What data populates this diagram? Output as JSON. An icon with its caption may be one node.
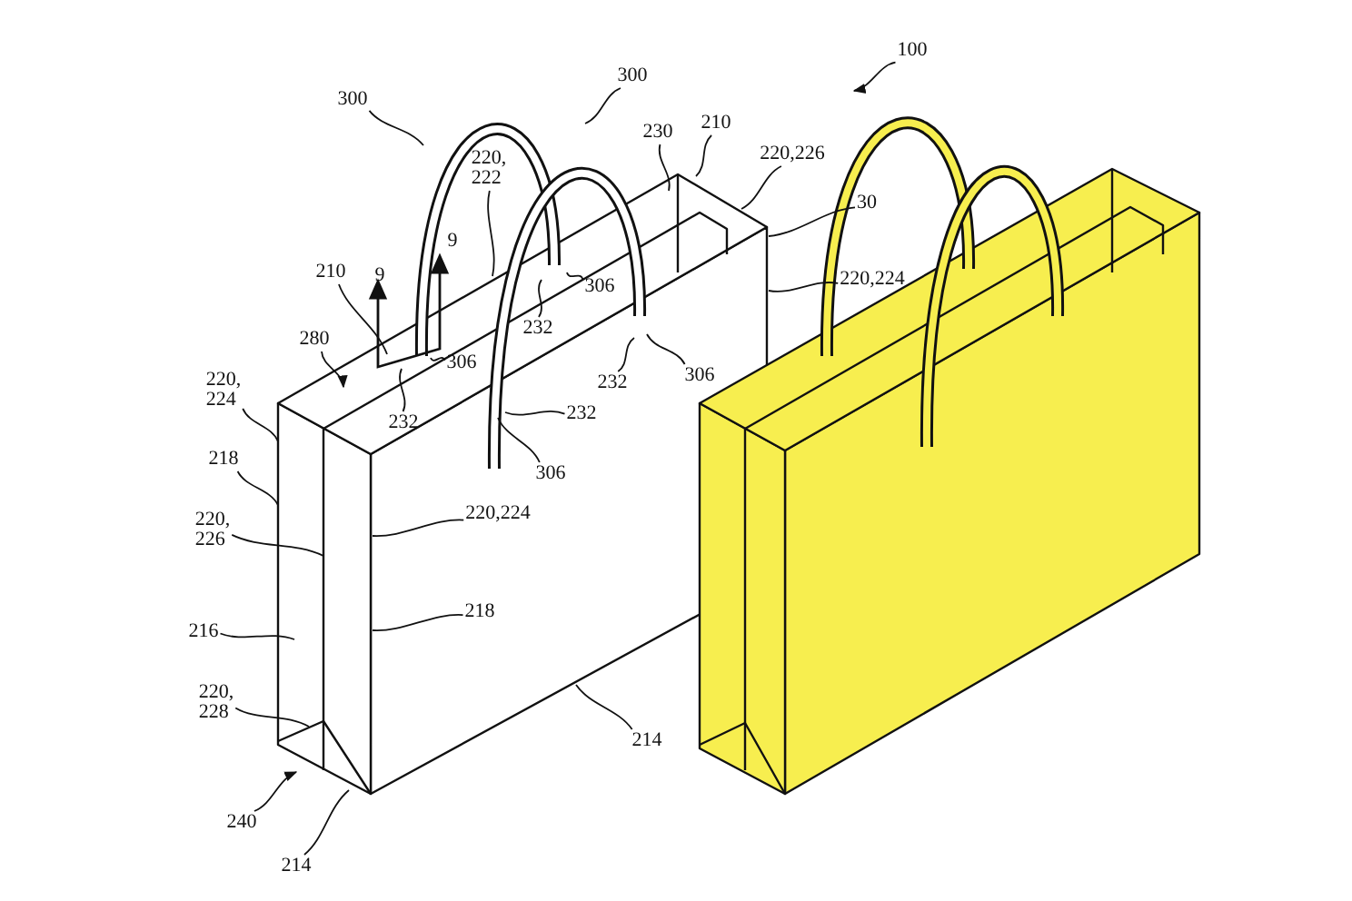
{
  "diagram": {
    "nodes": [
      {
        "text": [
          "100"
        ]
      },
      {
        "text": [
          "300"
        ]
      },
      {
        "text": [
          "300"
        ]
      },
      {
        "text": [
          "210"
        ]
      },
      {
        "text": [
          "230"
        ]
      },
      {
        "text": [
          "220,226"
        ]
      },
      {
        "text": [
          "220, 222"
        ]
      },
      {
        "text": [
          "30"
        ]
      },
      {
        "text": [
          "210"
        ]
      },
      {
        "text": [
          "220,224"
        ]
      },
      {
        "text": [
          "306"
        ]
      },
      {
        "text": [
          "232"
        ]
      },
      {
        "text": [
          "280"
        ]
      },
      {
        "text": [
          "306"
        ]
      },
      {
        "text": [
          "306"
        ]
      },
      {
        "text": [
          "232"
        ]
      },
      {
        "text": [
          "220, 224"
        ]
      },
      {
        "text": [
          "232"
        ]
      },
      {
        "text": [
          "232"
        ]
      },
      {
        "text": [
          "218"
        ]
      },
      {
        "text": [
          "306"
        ]
      },
      {
        "text": [
          "220,224"
        ]
      },
      {
        "text": [
          "220, 226"
        ]
      },
      {
        "text": [
          "218"
        ]
      },
      {
        "text": [
          "216"
        ]
      },
      {
        "text": [
          "220, 228"
        ]
      },
      {
        "text": [
          "214"
        ]
      },
      {
        "text": [
          "240"
        ]
      },
      {
        "text": [
          "214"
        ]
      }
    ],
    "edges": [
      {
        "from": 0,
        "to": null,
        "arrow": "to"
      },
      {
        "from": 1,
        "to": null,
        "arrow": "none"
      },
      {
        "from": 2,
        "to": null,
        "arrow": "none"
      },
      {
        "from": 3,
        "to": null,
        "arrow": "none"
      },
      {
        "from": 4,
        "to": null,
        "arrow": "none"
      },
      {
        "from": 5,
        "to": null,
        "arrow": "none"
      },
      {
        "from": 6,
        "to": null,
        "arrow": "none"
      },
      {
        "from": 7,
        "to": null,
        "arrow": "none"
      },
      {
        "from": 8,
        "to": null,
        "arrow": "none"
      },
      {
        "from": 9,
        "to": null,
        "arrow": "none"
      },
      {
        "from": 10,
        "to": null,
        "arrow": "none"
      },
      {
        "from": 11,
        "to": null,
        "arrow": "none"
      },
      {
        "from": 12,
        "to": null,
        "arrow": "to"
      },
      {
        "from": 13,
        "to": null,
        "arrow": "none"
      },
      {
        "from": 14,
        "to": null,
        "arrow": "none"
      },
      {
        "from": 15,
        "to": null,
        "arrow": "none"
      },
      {
        "from": 16,
        "to": null,
        "arrow": "none"
      },
      {
        "from": 17,
        "to": null,
        "arrow": "none"
      },
      {
        "from": 18,
        "to": null,
        "arrow": "none"
      },
      {
        "from": 19,
        "to": null,
        "arrow": "none"
      },
      {
        "from": 20,
        "to": null,
        "arrow": "none"
      },
      {
        "from": 21,
        "to": null,
        "arrow": "none"
      },
      {
        "from": 22,
        "to": null,
        "arrow": "none"
      },
      {
        "from": 23,
        "to": null,
        "arrow": "none"
      },
      {
        "from": 24,
        "to": null,
        "arrow": "none"
      },
      {
        "from": 25,
        "to": null,
        "arrow": "none"
      },
      {
        "from": 26,
        "to": null,
        "arrow": "none"
      },
      {
        "from": 27,
        "to": null,
        "arrow": "to"
      },
      {
        "from": 28,
        "to": null,
        "arrow": "none"
      }
    ],
    "labels": [
      "9",
      "9"
    ]
  }
}
